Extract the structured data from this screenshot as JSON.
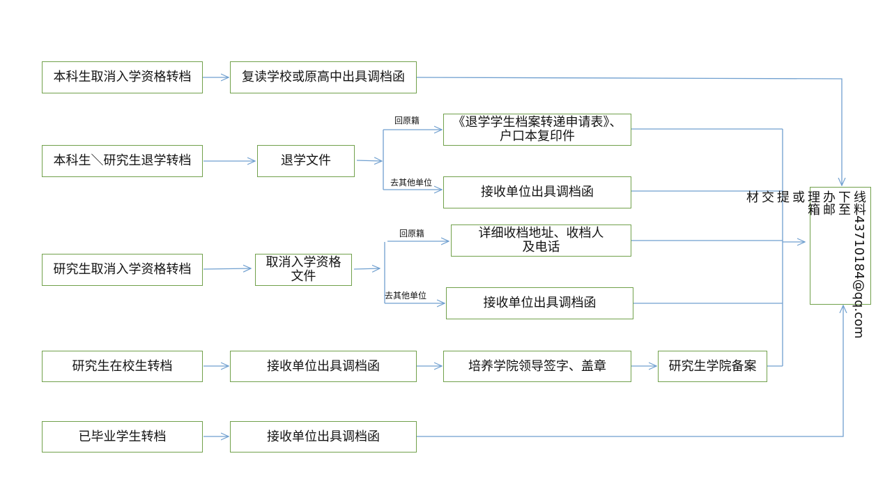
{
  "row1": {
    "start": "本科生取消入学资格转档",
    "step1": "复读学校或原高中出具调档函"
  },
  "row2": {
    "start": "本科生＼研究生退学转档",
    "step1": "退学文件",
    "branch_home_label": "回原籍",
    "branch_home": "《退学学生档案转递申请表》、\n户口本复印件",
    "branch_other_label": "去其他单位",
    "branch_other": "接收单位出具调档函"
  },
  "row3": {
    "start": "研究生取消入学资格转档",
    "step1": "取消入学资格\n文件",
    "branch_home_label": "回原籍",
    "branch_home": "详细收档地址、收档人\n及电话",
    "branch_other_label": "去其他单位",
    "branch_other": "接收单位出具调档函"
  },
  "row4": {
    "start": "研究生在校生转档",
    "step1": "接收单位出具调档函",
    "step2": "培养学院领导签字、盖章",
    "step3": "研究生学院备案"
  },
  "row5": {
    "start": "已毕业学生转档",
    "step1": "接收单位出具调档函"
  },
  "final": {
    "line1": "线下办理或提交材",
    "line2": "料至邮箱",
    "email": "43710184@qq.com"
  },
  "colors": {
    "box_border": "#70a04a",
    "connector": "#6f9fcf"
  }
}
